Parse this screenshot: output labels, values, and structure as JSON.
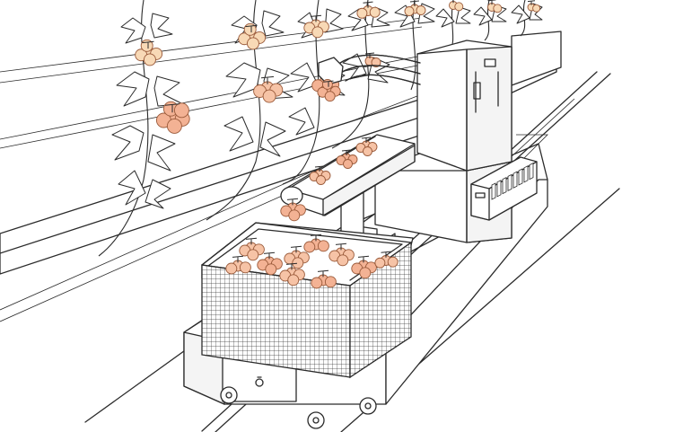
{
  "scene": {
    "subject": "tomato-harvesting-robot-in-greenhouse",
    "colors": {
      "line": "#2b2b2b",
      "background": "#ffffff",
      "tomato_fill": "#f6c3a6",
      "tomato_fill_ripe": "#f3b294",
      "tomato_fill_unripe": "#f8d9b6",
      "tomato_stroke": "#9a5a3a"
    },
    "plant_rows": 8,
    "tomato_clusters": {
      "on_plants": 12,
      "on_conveyor": 4,
      "in_crate": 10,
      "in_gripper": 1
    }
  }
}
